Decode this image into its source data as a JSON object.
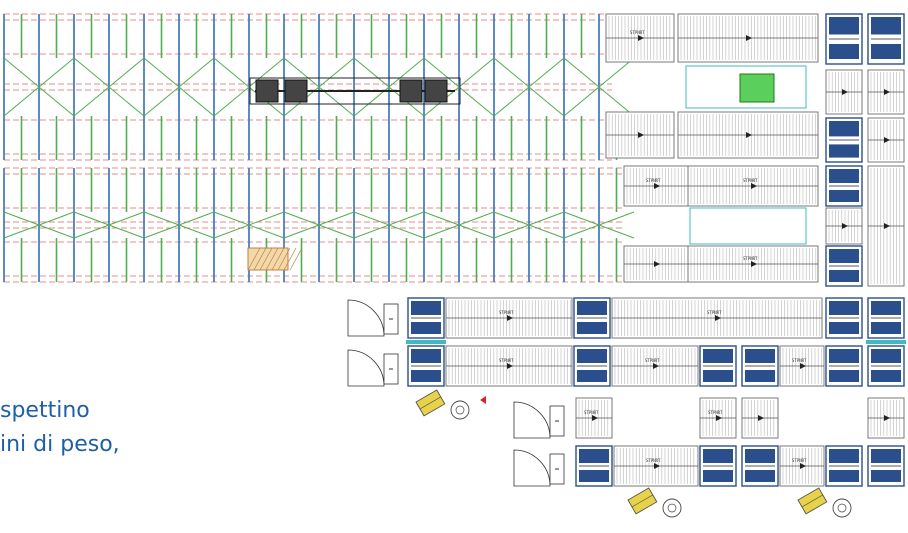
{
  "caption": {
    "line1": "spettino",
    "line2": "ini di peso,"
  },
  "conveyor_tag": "STPNRT",
  "colors": {
    "rack_blue": "#4a7fc0",
    "brace_green": "#4fae4f",
    "beam_red": "#e06a6a",
    "conveyor_line": "#7a7a7a",
    "station_blue": "#2a4f8c",
    "accent_cyan": "#3fb8c8",
    "guard_yellow": "#e8d24a"
  }
}
